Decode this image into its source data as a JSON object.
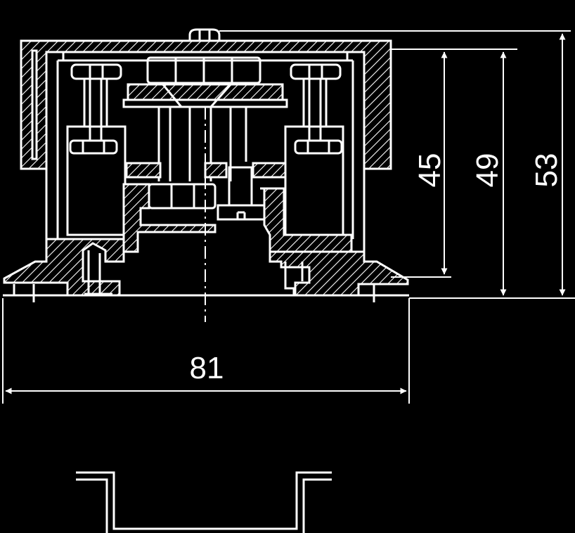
{
  "drawing": {
    "background": "#000000",
    "line_color": "#ffffff",
    "dimensions": {
      "height_inner": "45",
      "height_mid": "49",
      "height_total": "53",
      "width": "81"
    }
  }
}
